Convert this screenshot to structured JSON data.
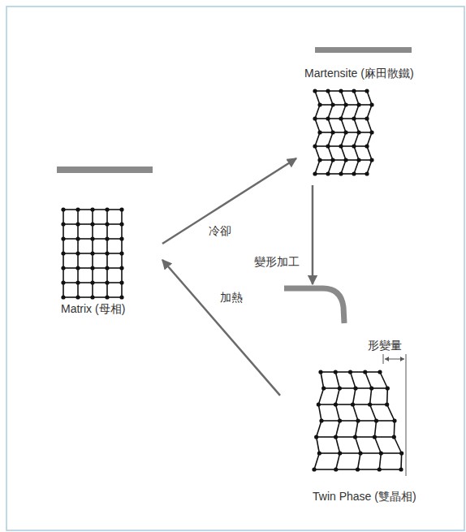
{
  "diagram": {
    "nodes": [
      {
        "text": [
          "Matrix (母相)"
        ]
      },
      {
        "text": [
          "Martensite (麻田散鐵)"
        ]
      },
      {
        "text": [
          "Twin Phase (雙晶相)"
        ]
      }
    ],
    "edges": [
      {
        "from": 0,
        "to": 1,
        "arrow": "to",
        "label": "冷卻"
      },
      {
        "from": 1,
        "to": 2,
        "arrow": "to",
        "label": "變形加工"
      },
      {
        "from": 2,
        "to": 0,
        "arrow": "to",
        "label": "加熱"
      }
    ],
    "labels": [
      "形變量"
    ]
  }
}
